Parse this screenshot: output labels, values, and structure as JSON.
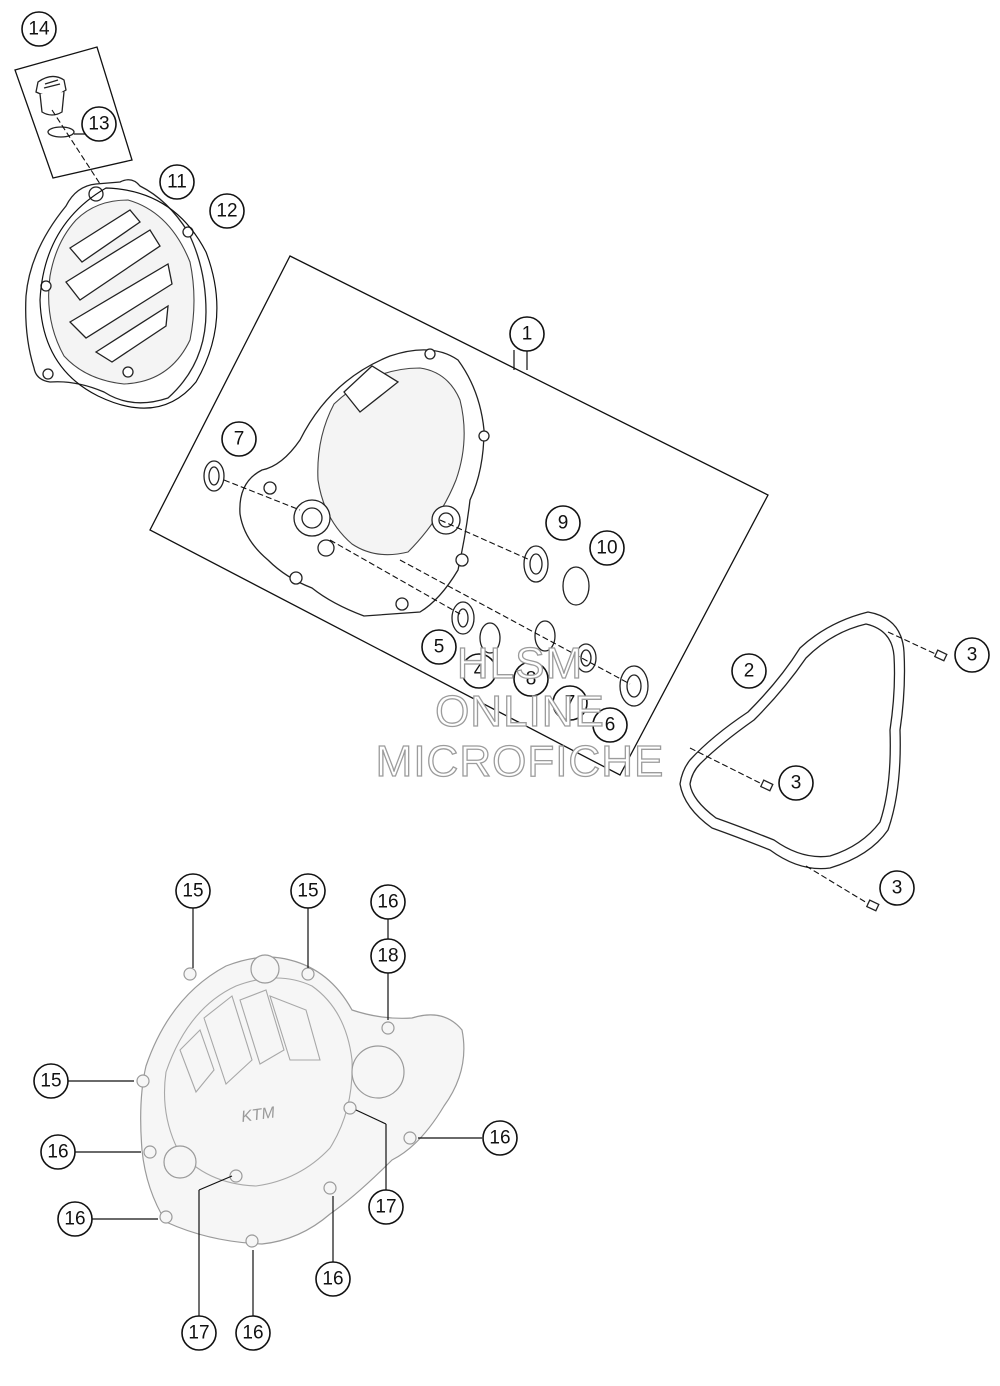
{
  "diagram": {
    "callouts": [
      {
        "id": "c14",
        "label": "14"
      },
      {
        "id": "c13",
        "label": "13"
      },
      {
        "id": "c11",
        "label": "11"
      },
      {
        "id": "c12",
        "label": "12"
      },
      {
        "id": "c1",
        "label": "1"
      },
      {
        "id": "c7a",
        "label": "7"
      },
      {
        "id": "c9",
        "label": "9"
      },
      {
        "id": "c10",
        "label": "10"
      },
      {
        "id": "c5",
        "label": "5"
      },
      {
        "id": "c4",
        "label": "4"
      },
      {
        "id": "c8",
        "label": "8"
      },
      {
        "id": "c7b",
        "label": "7"
      },
      {
        "id": "c6",
        "label": "6"
      },
      {
        "id": "c2",
        "label": "2"
      },
      {
        "id": "c3a",
        "label": "3"
      },
      {
        "id": "c3b",
        "label": "3"
      },
      {
        "id": "c3c",
        "label": "3"
      },
      {
        "id": "c15a",
        "label": "15"
      },
      {
        "id": "c15b",
        "label": "15"
      },
      {
        "id": "c16a",
        "label": "16"
      },
      {
        "id": "c18",
        "label": "18"
      },
      {
        "id": "c15c",
        "label": "15"
      },
      {
        "id": "c16b",
        "label": "16"
      },
      {
        "id": "c16c",
        "label": "16"
      },
      {
        "id": "c16d",
        "label": "16"
      },
      {
        "id": "c17a",
        "label": "17"
      },
      {
        "id": "c16e",
        "label": "16"
      },
      {
        "id": "c17b",
        "label": "17"
      },
      {
        "id": "c16f",
        "label": "16"
      }
    ]
  },
  "watermark": {
    "line1": "HLSM",
    "line2": "ONLINE",
    "line3": "MICROFICHE"
  },
  "colors": {
    "ink": "#111111",
    "ghost": "#9a9a9a",
    "background": "#ffffff"
  }
}
